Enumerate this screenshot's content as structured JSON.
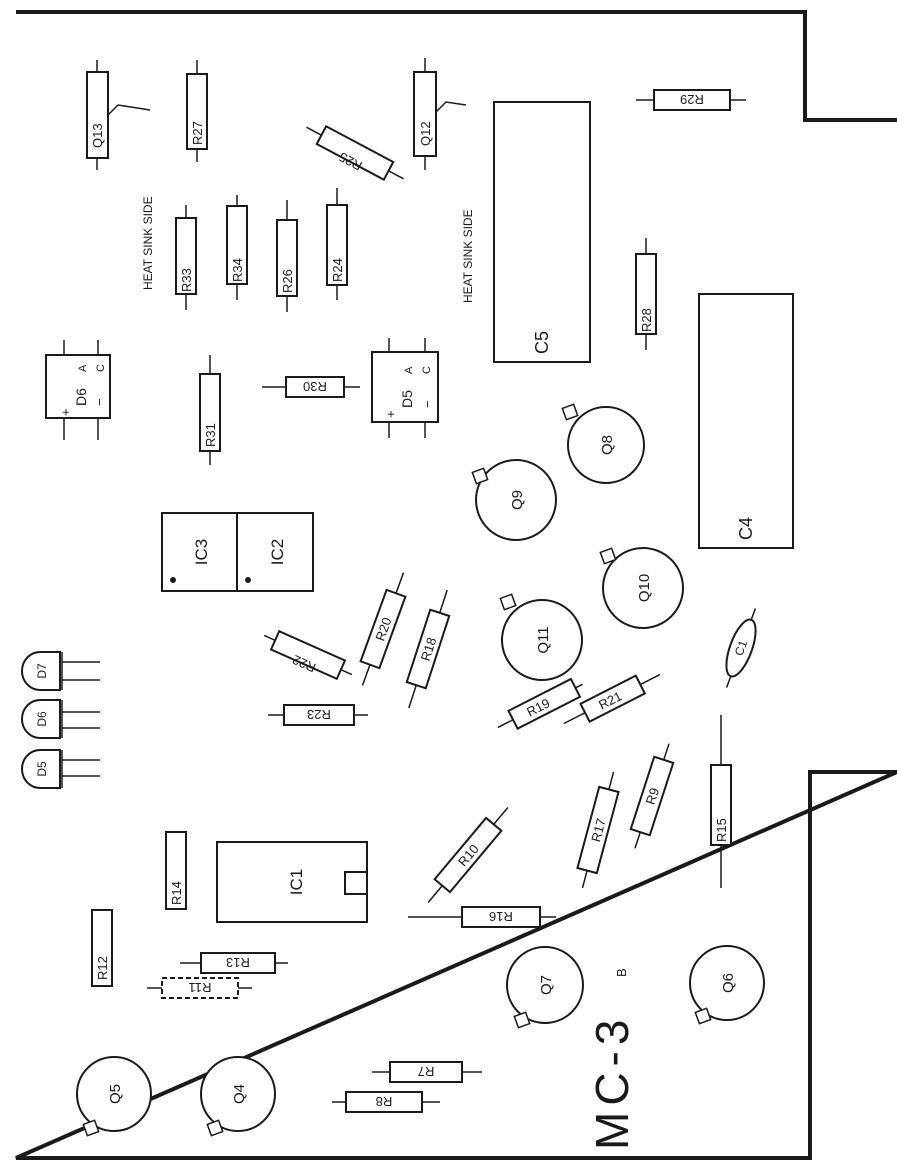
{
  "board": {
    "title": "MC-3",
    "corner_mark": "B",
    "notes": {
      "heat_sink_left": "HEAT SINK SIDE",
      "heat_sink_right": "HEAT SINK SIDE"
    }
  },
  "labels": {
    "Q13": "Q13",
    "Q12": "Q12",
    "R27": "R27",
    "R25": "R25",
    "R29": "R29",
    "R33": "R33",
    "R34": "R34",
    "R26": "R26",
    "R24": "R24",
    "C5": "C5",
    "R28": "R28",
    "C4": "C4",
    "D6": "D6",
    "R31": "R31",
    "R30": "R30",
    "D5": "D5",
    "Q8": "Q8",
    "Q9": "Q9",
    "Q10": "Q10",
    "Q11": "Q11",
    "IC3": "IC3",
    "IC2": "IC2",
    "R20": "R20",
    "R18": "R18",
    "R22": "R22",
    "R23": "R23",
    "C1": "C1",
    "R19": "R19",
    "R21": "R21",
    "R9": "R9",
    "R15": "R15",
    "R17": "R17",
    "R10": "R10",
    "R16": "R16",
    "R14": "R14",
    "IC1": "IC1",
    "D7": "D7",
    "D6b": "D6",
    "D5b": "D5",
    "R12": "R12",
    "R13": "R13",
    "R11": "R11",
    "Q7": "Q7",
    "Q6": "Q6",
    "Q5": "Q5",
    "Q4": "Q4",
    "R7": "R7",
    "R8": "R8"
  },
  "diode_marks": {
    "plus": "+",
    "minus": "−",
    "anode": "A",
    "cathode": "C"
  }
}
